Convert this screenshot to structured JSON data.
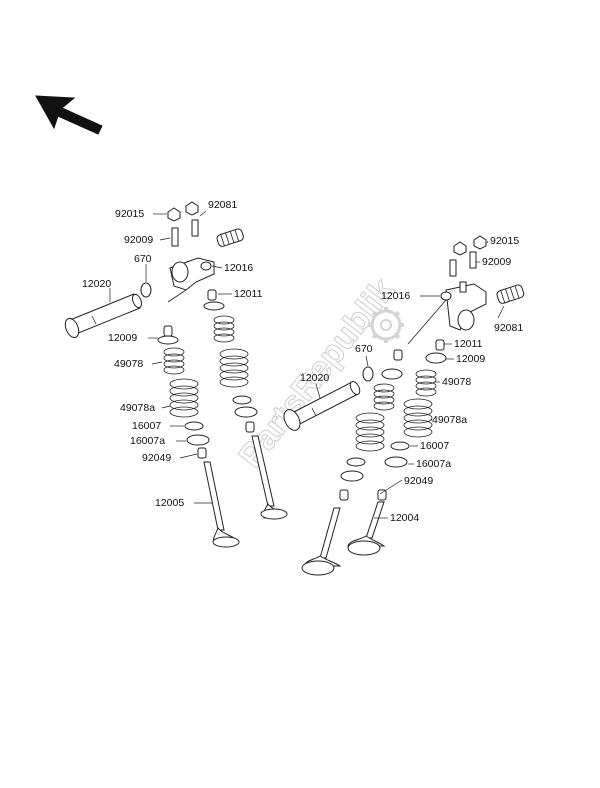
{
  "watermark": "PartsRepublik",
  "labels": {
    "l_92015_a": "92015",
    "l_92081_a": "92081",
    "l_92009_a": "92009",
    "l_670_a": "670",
    "l_12016_a": "12016",
    "l_12020_a": "12020",
    "l_12011_a": "12011",
    "l_12009_a": "12009",
    "l_49078_a": "49078",
    "l_49078a_a": "49078a",
    "l_16007_a": "16007",
    "l_16007a_a": "16007a",
    "l_92049_a": "92049",
    "l_12005": "12005",
    "l_92015_b": "92015",
    "l_92009_b": "92009",
    "l_12016_b": "12016",
    "l_92081_b": "92081",
    "l_12011_b": "12011",
    "l_670_b": "670",
    "l_12009_b": "12009",
    "l_12020_b": "12020",
    "l_49078_b": "49078",
    "l_49078a_b": "49078a",
    "l_16007_b": "16007",
    "l_16007a_b": "16007a",
    "l_92049_b": "92049",
    "l_12004": "12004"
  },
  "icons": {
    "direction": "front-direction-arrow-icon",
    "gear": "gear-logo-icon"
  },
  "colors": {
    "line": "#222222",
    "watermark": "#d4d4d4"
  }
}
